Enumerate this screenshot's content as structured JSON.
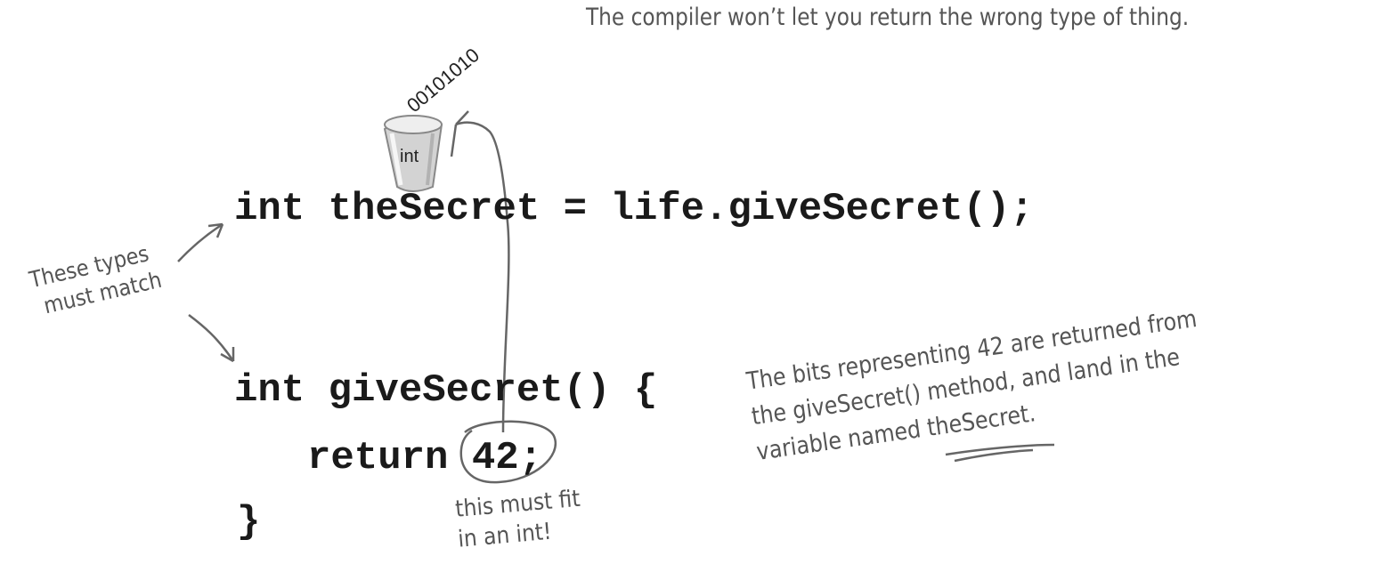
{
  "caption": "The compiler won’t let you return the wrong type of thing.",
  "code": {
    "line1": "int theSecret = life.giveSecret();",
    "line2": "int giveSecret() {",
    "line3": "return 42;",
    "line4": "}"
  },
  "cup": {
    "label": "int",
    "bits": "00101010"
  },
  "annotations": {
    "types_match": [
      "These types",
      "must match"
    ],
    "must_fit": [
      "this must fit",
      "in an int!"
    ],
    "bits_returned": [
      "The bits representing 42 are returned from",
      "the giveSecret() method, and land in the",
      "variable named ",
      "theSecret",
      "."
    ]
  },
  "colors": {
    "ink": "#555555",
    "code": "#1a1a1a",
    "cup": "#cfcfcf"
  }
}
